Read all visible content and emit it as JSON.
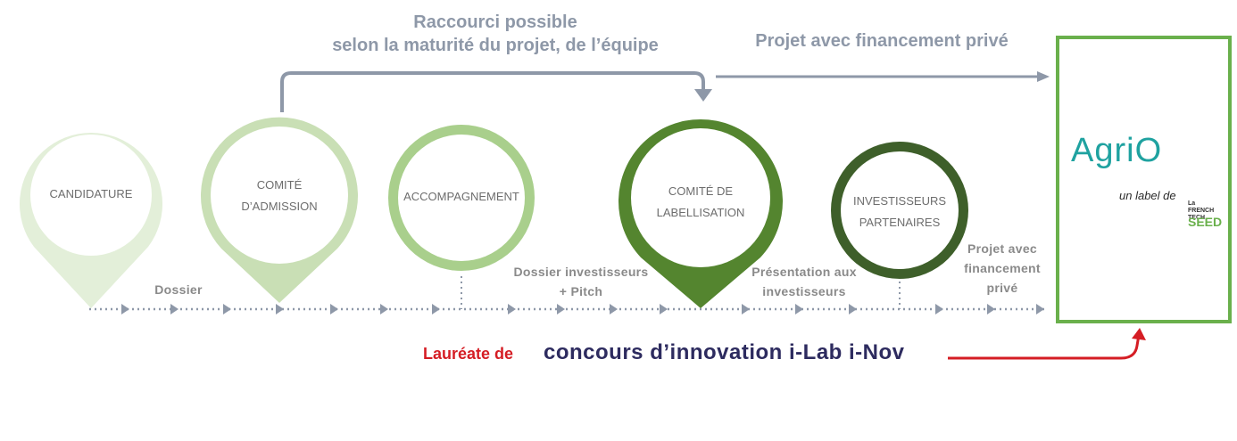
{
  "header": {
    "shortcut_line1": "Raccourci possible",
    "shortcut_line2": "selon la maturité du projet, de l’équipe",
    "private_funding": "Projet avec financement privé"
  },
  "steps": [
    {
      "line1": "CANDIDATURE",
      "line2": ""
    },
    {
      "line1": "COMITÉ",
      "line2": "D’ADMISSION"
    },
    {
      "line1": "ACCOMPAGNEMENT",
      "line2": ""
    },
    {
      "line1": "COMITÉ DE",
      "line2": "LABELLISATION"
    },
    {
      "line1": "INVESTISSEURS",
      "line2": "PARTENAIRES"
    }
  ],
  "timeline_labels": {
    "dossier": "Dossier",
    "dossier_invest_line1": "Dossier investisseurs",
    "dossier_invest_line2": "+ Pitch",
    "presentation_line1": "Présentation aux",
    "presentation_line2": "investisseurs",
    "projet_line1": "Projet avec",
    "projet_line2": "financement",
    "projet_line3": "privé"
  },
  "bottom": {
    "laureate": "Lauréate de",
    "contest": "concours d’innovation i-Lab i-Nov"
  },
  "logo": {
    "name": "AgriO",
    "tagline": "un label de",
    "french_tech_la": "La",
    "french_tech": "FRENCH TECH",
    "seed": "SEED"
  },
  "colors": {
    "step1": "#e3efd9",
    "step2": "#c9dfb5",
    "step3": "#a9cf8c",
    "step4": "#54852f",
    "step5": "#3e5f2a",
    "arrow_grey": "#8e98a8",
    "red": "#d51d24",
    "logo_border": "#6ab04c",
    "agrio_teal": "#1fa2a0"
  }
}
